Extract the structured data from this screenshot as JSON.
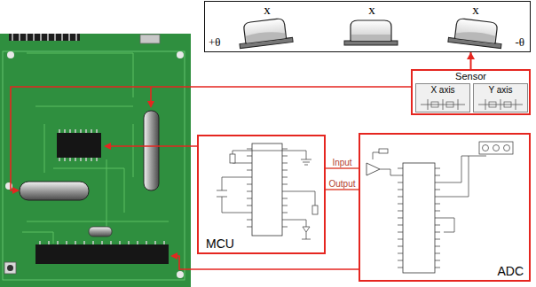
{
  "diagram": {
    "nodes": [
      {
        "text": [
          "x",
          "x",
          "x",
          "+θ",
          "-θ"
        ]
      },
      {
        "text": [
          "Sensor"
        ]
      },
      {
        "text": [
          "X axis"
        ],
        "in": 1
      },
      {
        "text": [
          "Y axis"
        ],
        "in": 1
      },
      {
        "text": [
          "MCU"
        ]
      },
      {
        "text": [
          "ADC"
        ]
      }
    ],
    "edges": [
      {
        "from": 1,
        "to": 0,
        "arrow": "to"
      },
      {
        "from": 5,
        "to": 4,
        "label": "Input",
        "arrow": "none"
      },
      {
        "from": 4,
        "to": 5,
        "label": "Output",
        "arrow": "none"
      }
    ]
  }
}
